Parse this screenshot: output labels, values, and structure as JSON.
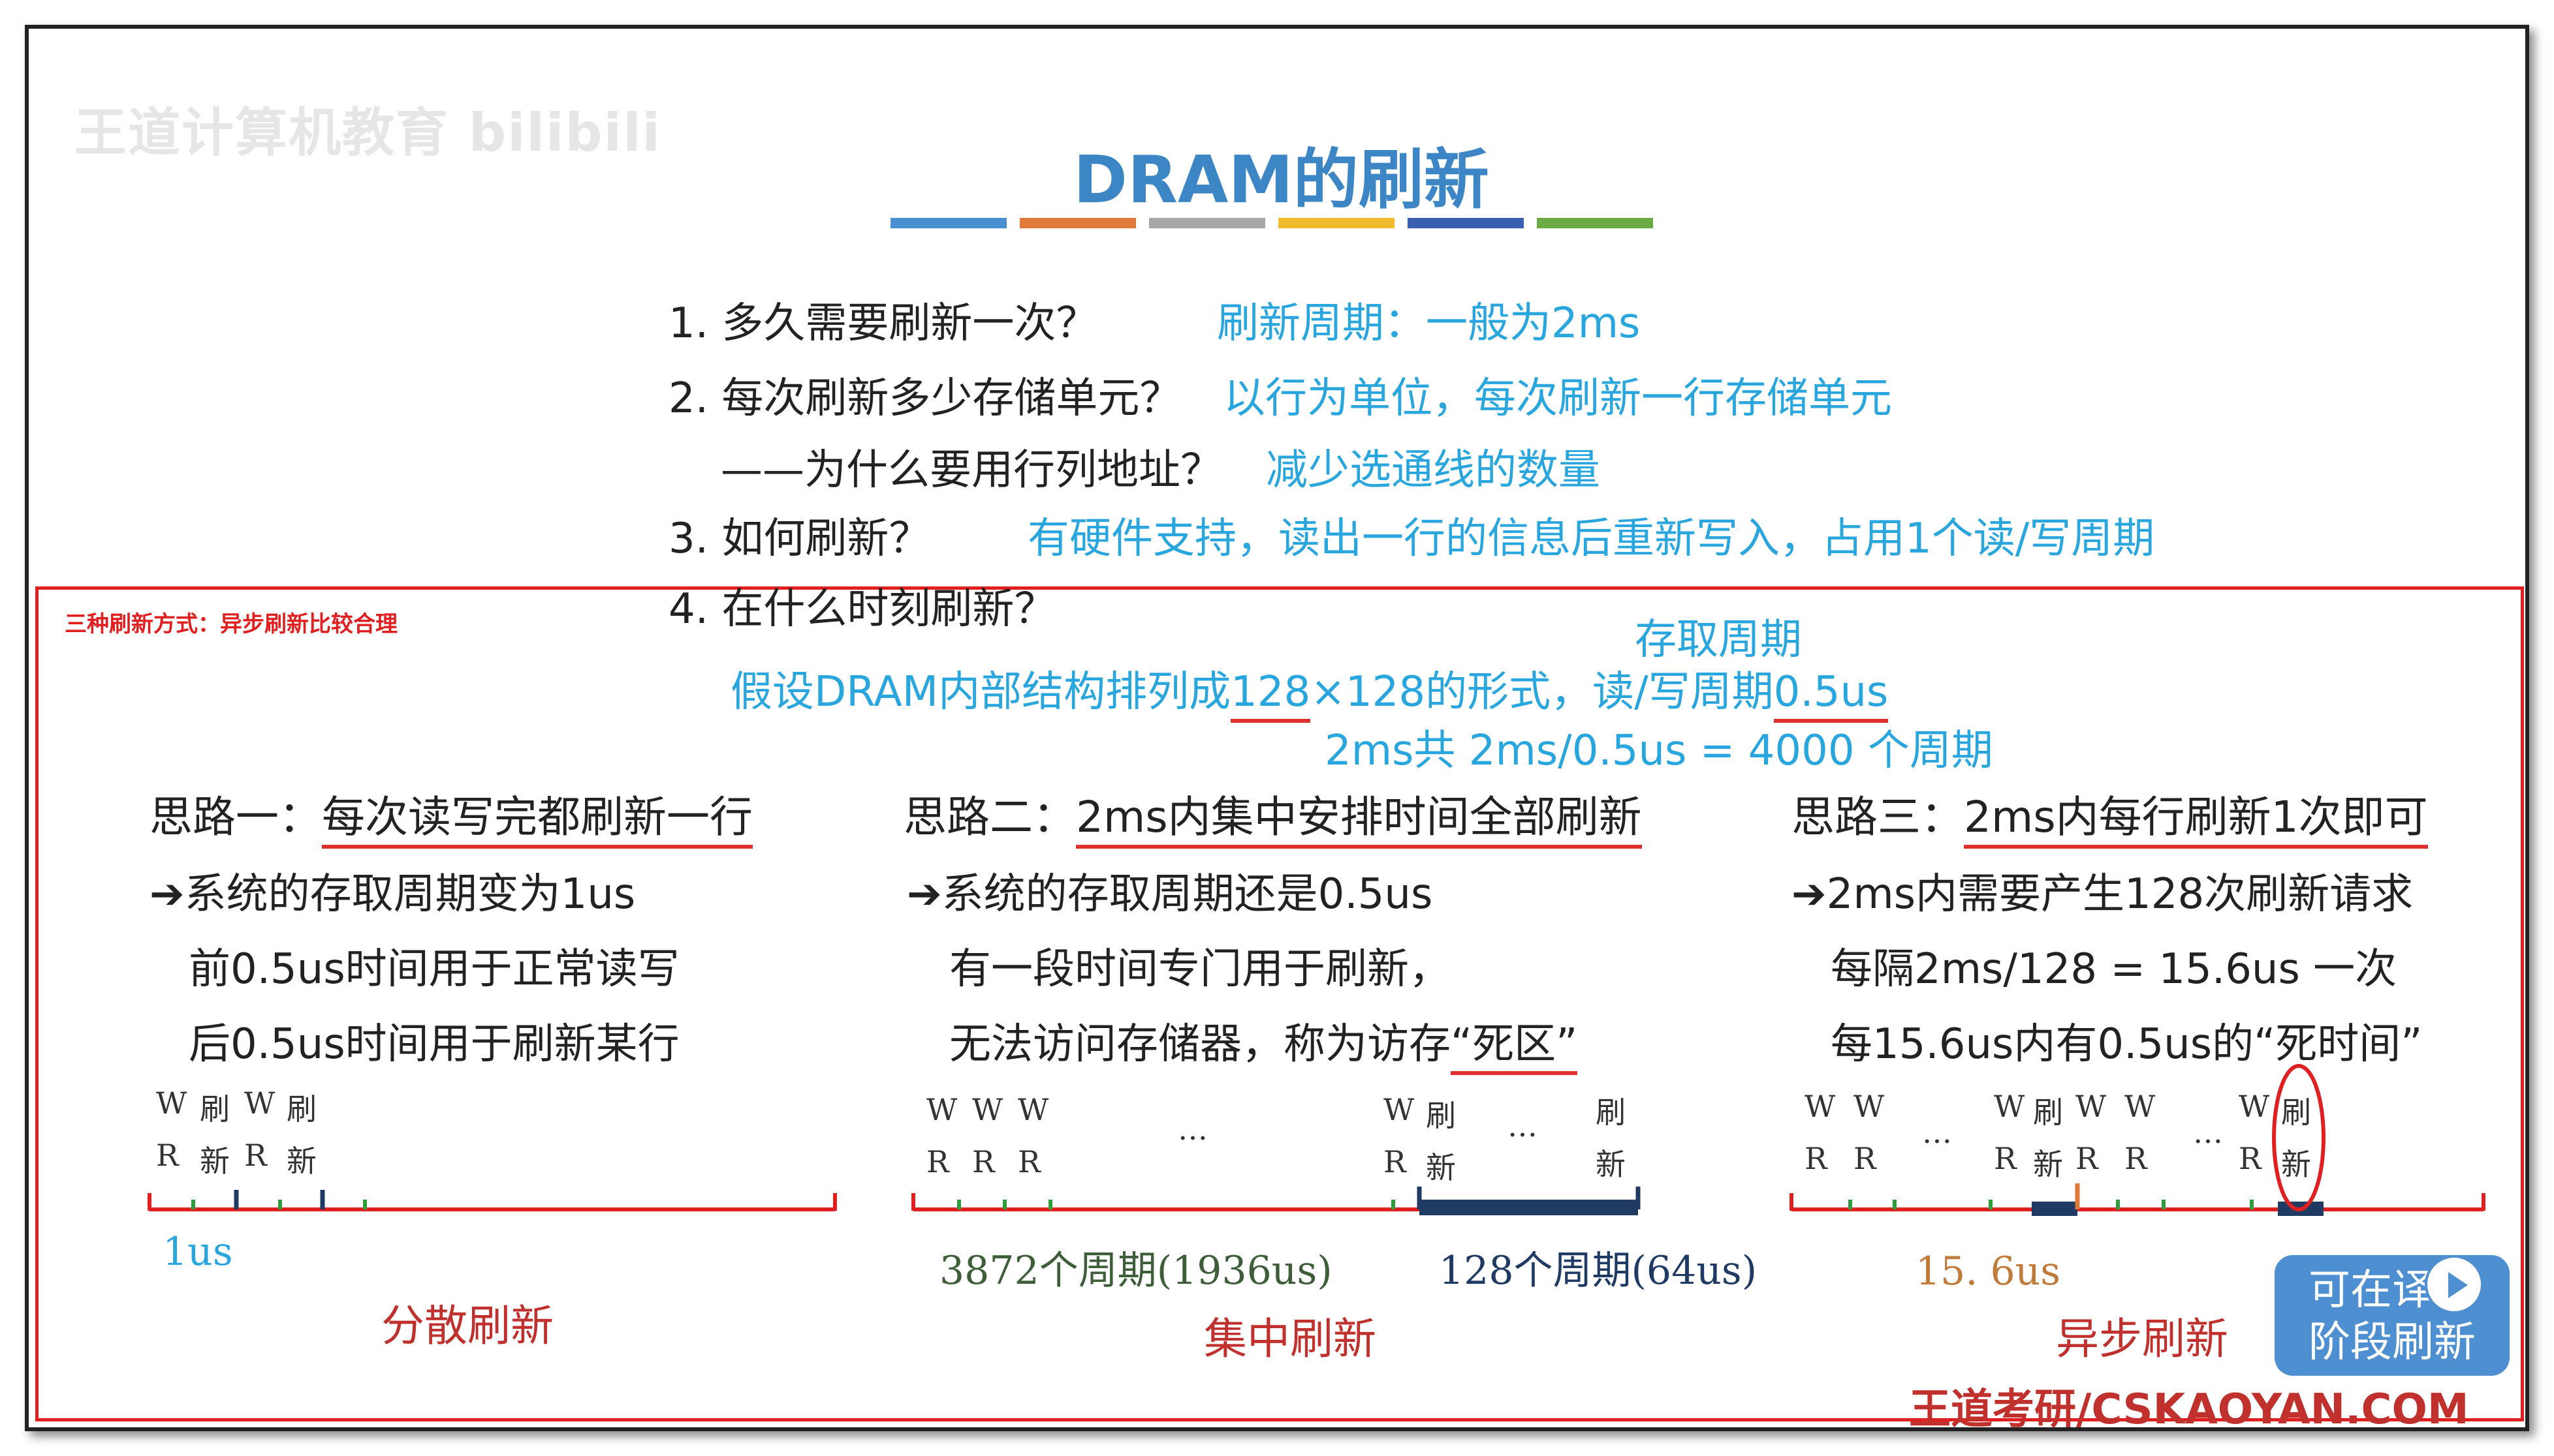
{
  "watermark": "王道计算机教育 bilibili",
  "title": "DRAM的刷新",
  "title_bar_colors": [
    "#4a8fd0",
    "#e07a3b",
    "#a6a6a6",
    "#f1b92c",
    "#3b5fb0",
    "#6aab46"
  ],
  "questions": [
    {
      "q": "1. 多久需要刷新一次？",
      "a": "刷新周期：一般为2ms"
    },
    {
      "q": "2. 每次刷新多少存储单元？",
      "a": "以行为单位，每次刷新一行存储单元"
    },
    {
      "q": "——为什么要用行列地址？",
      "a": "减少选通线的数量"
    },
    {
      "q": "3. 如何刷新？",
      "a": "有硬件支持，读出一行的信息后重新写入，占用1个读/写周期"
    },
    {
      "q": "4. 在什么时刻刷新？",
      "a": ""
    }
  ],
  "note": "三种刷新方式：异步刷新比较合理",
  "assume": {
    "label_top": "存取周期",
    "prefix": "假设DRAM内部结构排列成",
    "n1": "128",
    "mid": "×128的形式，读/写周期",
    "cycle": "0.5us",
    "calc": "2ms共 2ms/0.5us = 4000 个周期"
  },
  "idea1": {
    "head": "思路一：",
    "head_hl": "每次读写完都刷新一行",
    "lines": [
      "➔系统的存取周期变为1us",
      "前0.5us时间用于正常读写",
      "后0.5us时间用于刷新某行"
    ],
    "ticks_top": [
      "W",
      "刷",
      "W",
      "刷"
    ],
    "ticks_bottom": [
      "R",
      "新",
      "R",
      "新"
    ],
    "scale": "1us",
    "caption": "分散刷新"
  },
  "idea2": {
    "head": "思路二：",
    "head_hl": "2ms内集中安排时间全部刷新",
    "lines": [
      "➔系统的存取周期还是0.5us",
      "有一段时间专门用于刷新，",
      "无法访问存储器，称为访存"
    ],
    "deadzone": "“死区”",
    "ticks_top": [
      "W",
      "W",
      "W",
      "…",
      "W",
      "刷",
      "…",
      "刷"
    ],
    "ticks_bottom": [
      "R",
      "R",
      "R",
      "R",
      "新",
      "新"
    ],
    "period1": "3872个周期(1936us)",
    "period2": "128个周期(64us)",
    "caption": "集中刷新"
  },
  "idea3": {
    "head": "思路三：",
    "head_hl": "2ms内每行刷新1次即可",
    "lines": [
      "➔2ms内需要产生128次刷新请求",
      "每隔2ms/128 = 15.6us 一次",
      "每15.6us内有0.5us的“死时间”"
    ],
    "ticks_top": [
      "W",
      "W",
      "…",
      "W",
      "刷",
      "W",
      "W",
      "…",
      "W",
      "刷"
    ],
    "ticks_bottom": [
      "R",
      "R",
      "R",
      "新",
      "R",
      "R",
      "R",
      "新"
    ],
    "scale": "15. 6us",
    "caption": "异步刷新"
  },
  "badge": {
    "line1": "可在译码",
    "line2": "阶段刷新"
  },
  "footer": "王道考研/CSKAOYAN.COM",
  "colors": {
    "accent": "#2aa6de",
    "red": "#e02020",
    "navy": "#1f3b63",
    "green": "#2e9e3c"
  }
}
